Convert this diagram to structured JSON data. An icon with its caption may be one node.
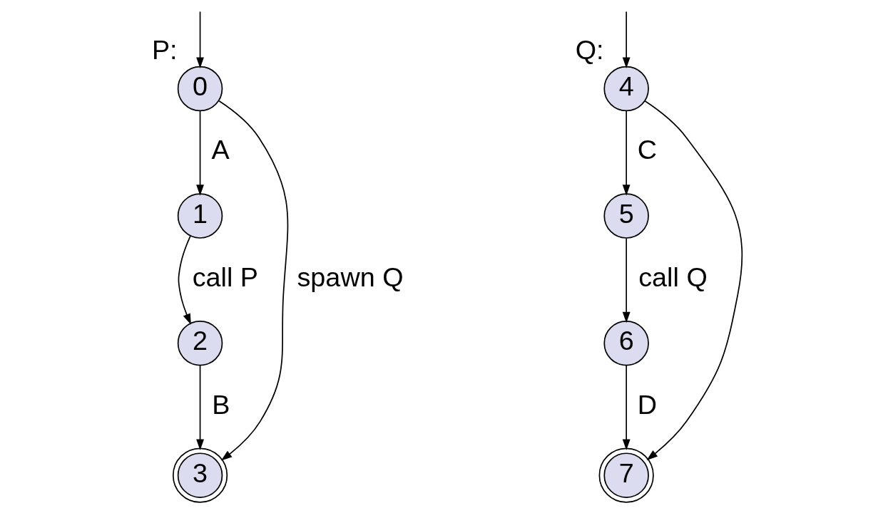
{
  "diagram": {
    "nodes": [
      {
        "text": [
          "0"
        ],
        "beside": [
          "P:"
        ]
      },
      {
        "text": [
          "1"
        ]
      },
      {
        "text": [
          "2"
        ]
      },
      {
        "text": [
          "3"
        ]
      },
      {
        "text": [
          "4"
        ],
        "beside": [
          "Q:"
        ]
      },
      {
        "text": [
          "5"
        ]
      },
      {
        "text": [
          "6"
        ]
      },
      {
        "text": [
          "7"
        ]
      }
    ],
    "edges": [
      {
        "from": null,
        "to": 0,
        "arrow": "to"
      },
      {
        "from": 0,
        "to": 1,
        "arrow": "to",
        "label": "A"
      },
      {
        "from": 1,
        "to": 2,
        "arrow": "to",
        "label": "call P"
      },
      {
        "from": 2,
        "to": 3,
        "arrow": "to",
        "label": "B"
      },
      {
        "from": 0,
        "to": 3,
        "arrow": "to",
        "label": "spawn Q"
      },
      {
        "from": null,
        "to": 4,
        "arrow": "to"
      },
      {
        "from": 4,
        "to": 5,
        "arrow": "to",
        "label": "C"
      },
      {
        "from": 5,
        "to": 6,
        "arrow": "to",
        "label": "call Q"
      },
      {
        "from": 6,
        "to": 7,
        "arrow": "to",
        "label": "D"
      },
      {
        "from": 4,
        "to": 7,
        "arrow": "to"
      }
    ]
  }
}
